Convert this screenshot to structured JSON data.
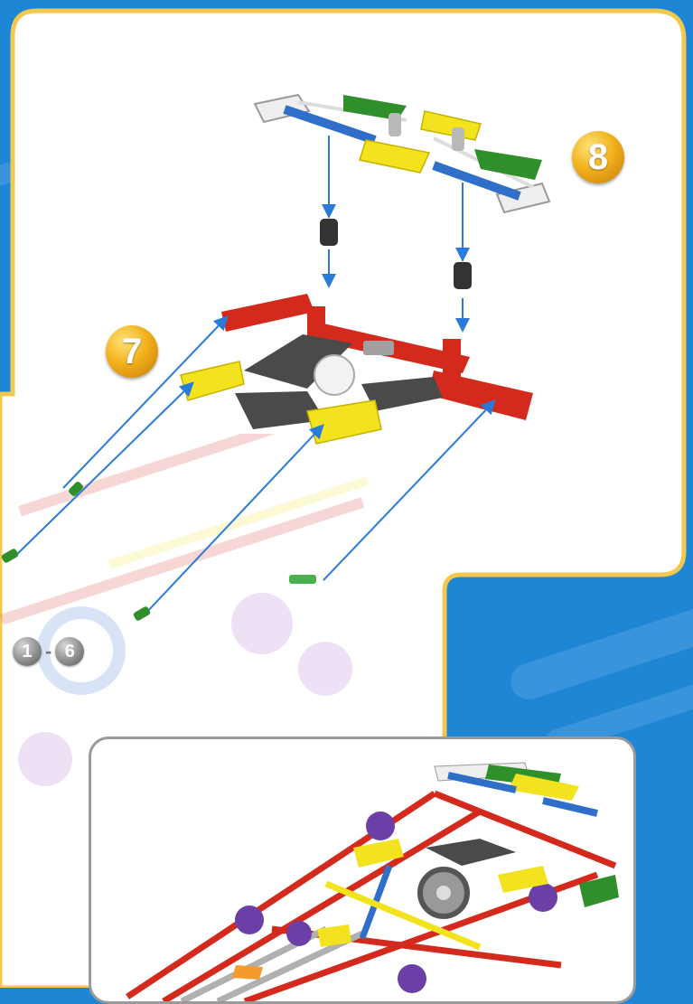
{
  "steps": {
    "step_8": "8",
    "step_7": "7",
    "range_start": "1",
    "range_separator": "-",
    "range_end": "6"
  },
  "colors": {
    "background_blue": "#1f86d6",
    "panel_border_gold": "#f2c94c",
    "rod_red": "#d42a1e",
    "rod_blue": "#2f6fc9",
    "connector_yellow": "#f3e21e",
    "connector_green": "#2f8f2a",
    "connector_purple": "#6b3fa6",
    "plate_gray": "#4a4a4a",
    "arrow_blue": "#2a7ad8"
  },
  "icons": [
    "gold-step-badge",
    "gray-step-badge",
    "blue-arrow"
  ]
}
